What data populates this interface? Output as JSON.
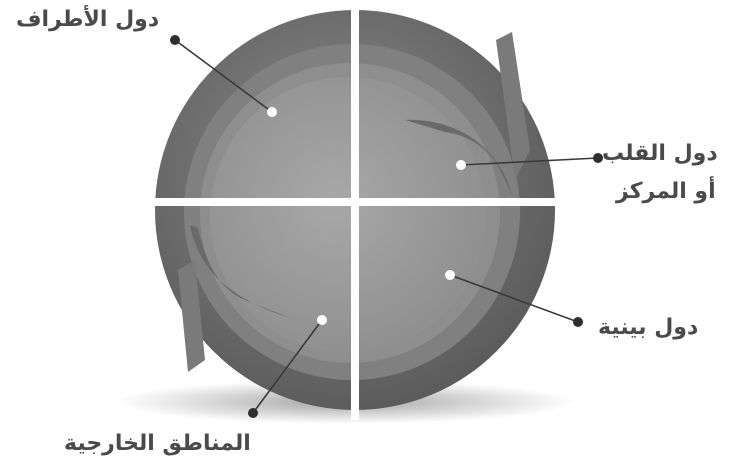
{
  "diagram": {
    "labels": {
      "periphery": "دول الأطراف",
      "core_line1": "دول القلب",
      "core_line2": "أو المركز",
      "semi_periphery": "دول بينية",
      "external": "المناطق الخارجية"
    },
    "colors": {
      "outer_ring": "#6f6f6f",
      "mid_ring": "#8a8a8a",
      "inner_disc": "#9c9c9c",
      "divider": "#ffffff",
      "leader": "#3a3a3a",
      "dot_white": "#ffffff",
      "text": "#4a4a4a"
    }
  }
}
